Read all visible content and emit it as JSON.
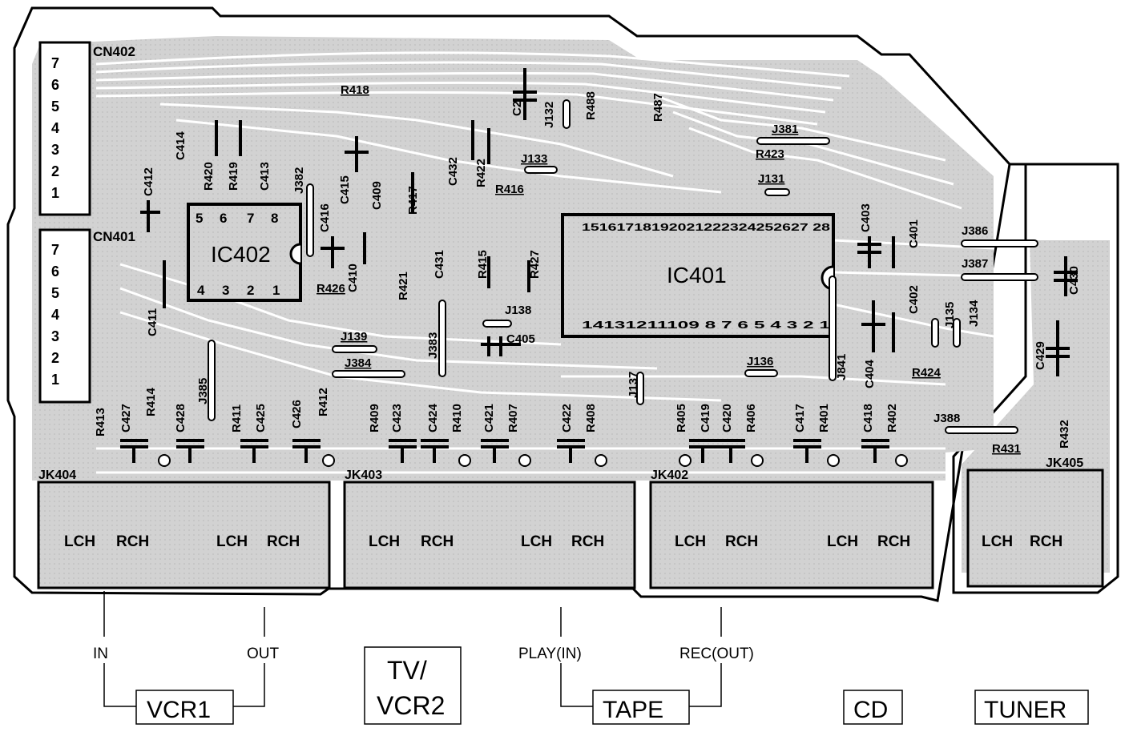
{
  "connectors": {
    "cn402": {
      "label": "CN402",
      "pins": [
        "7",
        "6",
        "5",
        "4",
        "3",
        "2",
        "1"
      ]
    },
    "cn401": {
      "label": "CN401",
      "pins": [
        "7",
        "6",
        "5",
        "4",
        "3",
        "2",
        "1"
      ]
    }
  },
  "ics": {
    "ic402": {
      "label": "IC402",
      "top_pins": [
        "5",
        "6",
        "7",
        "8"
      ],
      "bottom_pins": [
        "4",
        "3",
        "2",
        "1"
      ]
    },
    "ic401": {
      "label": "IC401",
      "top_pins": "15161718192021222324252627 28",
      "bottom_pins": "14131211109 8 7 6 5 4 3 2 1"
    }
  },
  "parts": [
    "R418",
    "R488",
    "R487",
    "C2",
    "J132",
    "J133",
    "J381",
    "R423",
    "J131",
    "C414",
    "R420",
    "R419",
    "C413",
    "J382",
    "C412",
    "C415",
    "C409",
    "R417",
    "C432",
    "R422",
    "R416",
    "C416",
    "C410",
    "R426",
    "R421",
    "C431",
    "R415",
    "R427",
    "J138",
    "C405",
    "J139",
    "J384",
    "J383",
    "C403",
    "C401",
    "J386",
    "J387",
    "C430",
    "C402",
    "J135",
    "J134",
    "C404",
    "J841",
    "C429",
    "R424",
    "J136",
    "J137",
    "J385",
    "C411",
    "J388",
    "R431",
    "R432",
    "R413",
    "C427",
    "R414",
    "C428",
    "R411",
    "C425",
    "C426",
    "R412",
    "R409",
    "C423",
    "C424",
    "R410",
    "C421",
    "R407",
    "C422",
    "R408",
    "R405",
    "C419",
    "C420",
    "R406",
    "C417",
    "R401",
    "C418",
    "R402"
  ],
  "jacks": {
    "jk404": {
      "label": "JK404",
      "channels": [
        "LCH",
        "RCH",
        "LCH",
        "RCH"
      ]
    },
    "jk403": {
      "label": "JK403",
      "channels": [
        "LCH",
        "RCH",
        "LCH",
        "RCH"
      ]
    },
    "jk402": {
      "label": "JK402",
      "channels": [
        "LCH",
        "RCH",
        "LCH",
        "RCH"
      ]
    },
    "jk405": {
      "label": "JK405",
      "channels": [
        "LCH",
        "RCH"
      ]
    }
  },
  "io_labels": {
    "in": "IN",
    "out": "OUT",
    "play_in": "PLAY(IN)",
    "rec_out": "REC(OUT)"
  },
  "sources": {
    "vcr1": "VCR1",
    "tv_vcr2_line1": "TV/",
    "tv_vcr2_line2": "VCR2",
    "tape": "TAPE",
    "cd": "CD",
    "tuner": "TUNER"
  },
  "colors": {
    "copper": "#cfcfcf",
    "trace": "#ffffff",
    "ink": "#000000"
  }
}
